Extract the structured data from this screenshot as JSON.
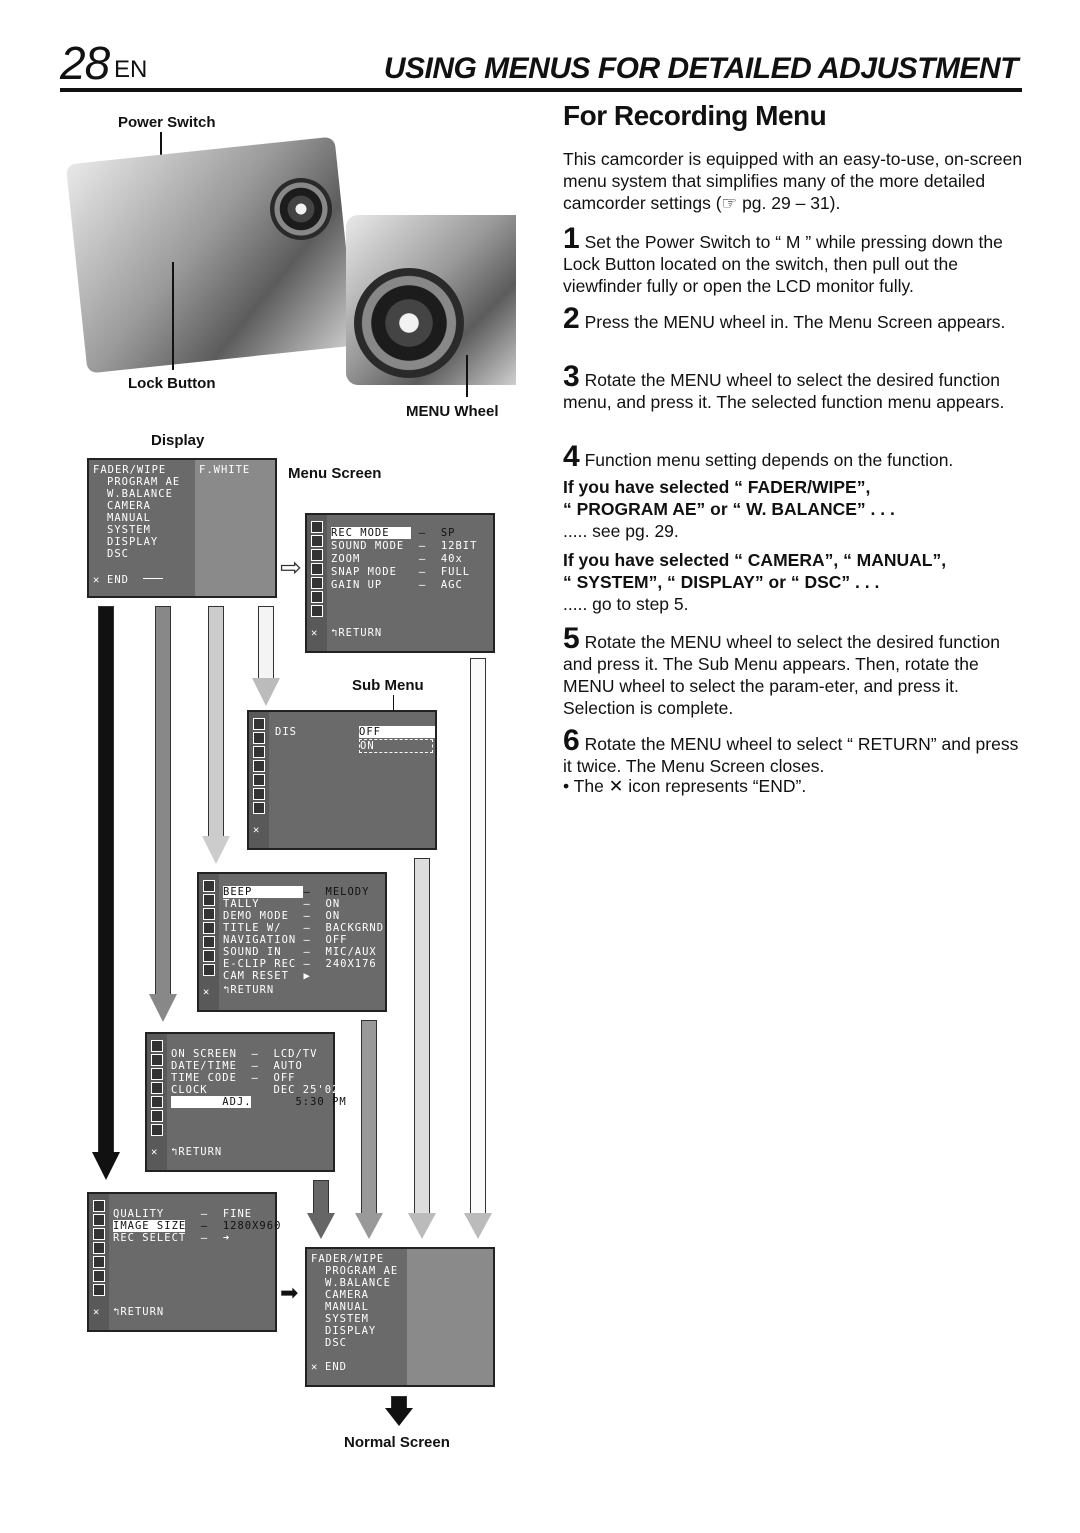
{
  "header": {
    "page_number": "28",
    "lang": "EN",
    "title": "USING MENUS FOR DETAILED ADJUSTMENT"
  },
  "labels": {
    "power_switch": "Power Switch",
    "lock_button": "Lock Button",
    "menu_wheel": "MENU Wheel",
    "display": "Display",
    "menu_screen": "Menu Screen",
    "sub_menu": "Sub Menu",
    "normal_screen": "Normal Screen"
  },
  "display_menu": {
    "items": [
      "FADER/WIPE",
      "PROGRAM AE",
      "W.BALANCE",
      "CAMERA",
      "MANUAL",
      "SYSTEM",
      "DISPLAY",
      "DSC"
    ],
    "top_right": "F.WHITE",
    "end": "END"
  },
  "camera_menu": {
    "rows": [
      "REC MODE    –  SP",
      "SOUND MODE  –  12BIT",
      "ZOOM        –  40x",
      "SNAP MODE   –  FULL",
      "GAIN UP     –  AGC"
    ],
    "return": "RETURN"
  },
  "sub_menu": {
    "item": "DIS",
    "options": [
      "OFF",
      "ON"
    ]
  },
  "system_menu": {
    "rows": [
      "BEEP       –  MELODY",
      "TALLY      –  ON",
      "DEMO MODE  –  ON",
      "TITLE W/   –  BACKGRND",
      "NAVIGATION –  OFF",
      "SOUND IN   –  MIC/AUX",
      "E-CLIP REC –  240X176",
      "CAM RESET  ▶"
    ],
    "return": "RETURN"
  },
  "display_sub": {
    "rows": [
      "ON SCREEN  –  LCD/TV",
      "DATE/TIME  –  AUTO",
      "TIME CODE  –  OFF",
      "CLOCK         DEC 25'02",
      "       ADJ.      5:30 PM"
    ],
    "return": "RETURN"
  },
  "dsc_menu": {
    "rows": [
      "QUALITY     –  FINE",
      "IMAGE SIZE  –  1280X960",
      "REC SELECT  –  ➜"
    ],
    "return": "RETURN"
  },
  "final_menu": {
    "items": [
      "FADER/WIPE",
      "PROGRAM AE",
      "W.BALANCE",
      "CAMERA",
      "MANUAL",
      "SYSTEM",
      "DISPLAY",
      "DSC"
    ],
    "end": "END"
  },
  "section": {
    "title": "For Recording Menu",
    "intro": "This camcorder is equipped with an easy-to-use, on-screen menu system that simplifies many of the more detailed camcorder settings (☞ pg. 29 – 31).",
    "steps": [
      {
        "num": "1",
        "text": "Set the Power Switch to “ M ” while pressing down the Lock Button located on the switch, then pull out the viewfinder fully or open the LCD monitor fully."
      },
      {
        "num": "2",
        "text": "Press the MENU wheel in. The Menu Screen appears."
      },
      {
        "num": "3",
        "text": "Rotate the MENU wheel to select the desired function menu, and press it. The selected function menu appears."
      },
      {
        "num": "4",
        "text": "Function menu setting depends on the function."
      },
      {
        "num": "5",
        "text": "Rotate the MENU wheel to select the desired function and press it. The Sub Menu appears. Then, rotate the MENU wheel to select the param-eter, and press it. Selection is complete."
      },
      {
        "num": "6",
        "text": "Rotate the MENU wheel to select “ RETURN” and press it twice. The Menu Screen closes."
      }
    ],
    "if1_line1": "If you have selected “  FADER/WIPE”,",
    "if1_line2": "“  PROGRAM AE” or “ W. BALANCE” . . .",
    "if1_ref": "..... see pg. 29.",
    "if2_line1": "If you have selected “  CAMERA”, “  MANUAL”,",
    "if2_line2": "“  SYSTEM”, “  DISPLAY” or “  DSC” . . .",
    "if2_ref": "..... go to step 5.",
    "bullet": "• The ✕ icon represents “END”."
  }
}
